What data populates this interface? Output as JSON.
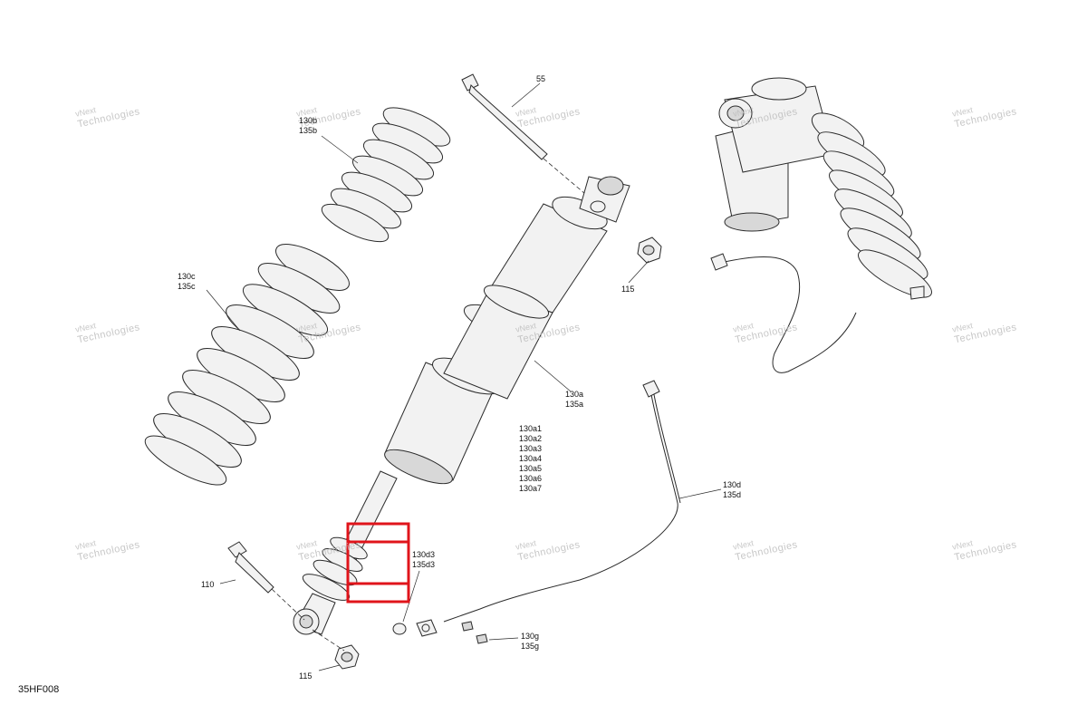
{
  "figure_code": "35HF008",
  "watermark": {
    "line1": "vNext",
    "line2": "Technologies"
  },
  "labels": {
    "l55": [
      "55"
    ],
    "l130b": [
      "130b",
      "135b"
    ],
    "l130c": [
      "130c",
      "135c"
    ],
    "l115top": [
      "115"
    ],
    "l130a": [
      "130a",
      "135a"
    ],
    "l130ax": [
      "130a1",
      "130a2",
      "130a3",
      "130a4",
      "130a5",
      "130a6",
      "130a7"
    ],
    "l130d": [
      "130d",
      "135d"
    ],
    "l130d3": [
      "130d3",
      "135d3"
    ],
    "l110": [
      "110"
    ],
    "l115bot": [
      "115"
    ],
    "l130g": [
      "130g",
      "135g"
    ]
  },
  "colors": {
    "line": "#2b2b2b",
    "fill": "#f2f2f2",
    "shade": "#d8d8d8",
    "highlight": "#e0141b"
  }
}
